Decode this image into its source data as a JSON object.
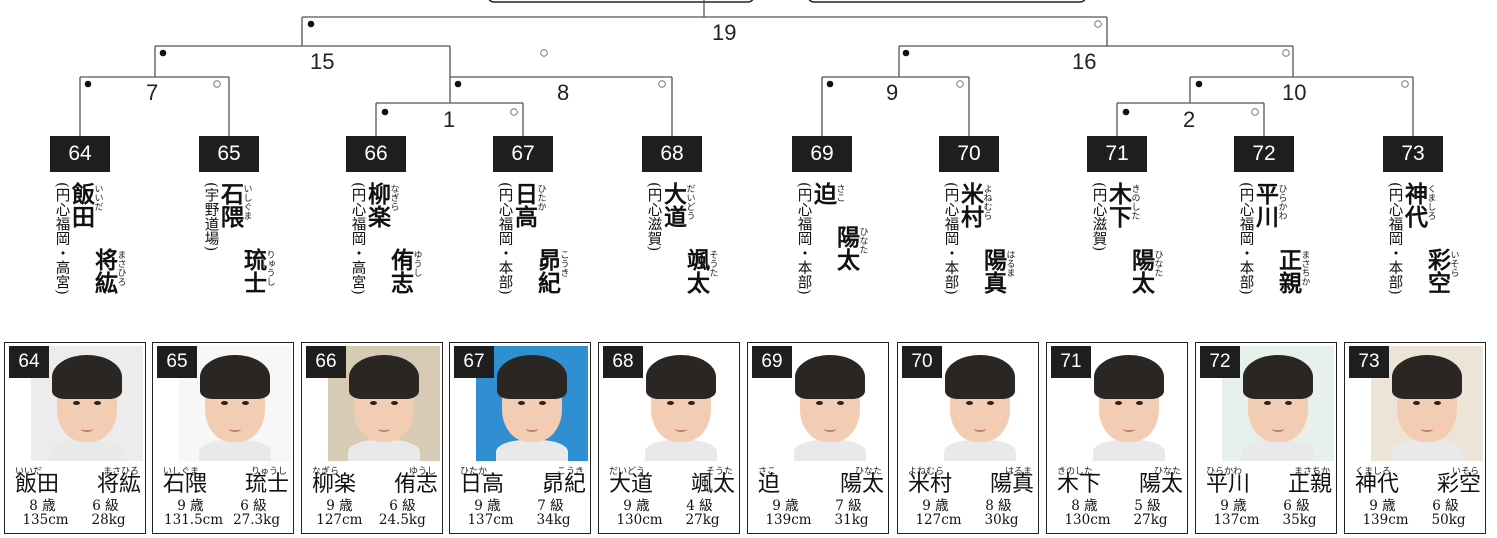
{
  "matches": [
    {
      "label": "19"
    },
    {
      "label": "15"
    },
    {
      "label": "16"
    },
    {
      "label": "7"
    },
    {
      "label": "8"
    },
    {
      "label": "9"
    },
    {
      "label": "10"
    },
    {
      "label": "1"
    },
    {
      "label": "2"
    }
  ],
  "players": [
    {
      "number": "64",
      "dojo": "(円心福岡・高宮)",
      "family": "飯田",
      "family_kana": "いいだ",
      "given": "将紘",
      "given_kana": "まさひろ",
      "age": "8 歳",
      "rank": "6 級",
      "height": "135cm",
      "weight": "28kg",
      "photo_bg": "#ececec"
    },
    {
      "number": "65",
      "dojo": "(宇野道場)",
      "family": "石隈",
      "family_kana": "いしぐま",
      "given": "琉士",
      "given_kana": "りゅうし",
      "age": "9 歳",
      "rank": "6 級",
      "height": "131.5cm",
      "weight": "27.3kg",
      "photo_bg": "#f7f7f7"
    },
    {
      "number": "66",
      "dojo": "(円心福岡・高宮)",
      "family": "柳楽",
      "family_kana": "なぎら",
      "given": "侑志",
      "given_kana": "ゆうし",
      "age": "9 歳",
      "rank": "6 級",
      "height": "127cm",
      "weight": "24.5kg",
      "photo_bg": "#d8cbb6"
    },
    {
      "number": "67",
      "dojo": "(円心福岡・本部)",
      "family": "日高",
      "family_kana": "ひたか",
      "given": "昴紀",
      "given_kana": "こうき",
      "age": "9 歳",
      "rank": "7 級",
      "height": "137cm",
      "weight": "34kg",
      "photo_bg": "#2f8fd0"
    },
    {
      "number": "68",
      "dojo": "(円心滋賀)",
      "family": "大道",
      "family_kana": "だいどう",
      "given": "颯太",
      "given_kana": "そうた",
      "age": "9 歳",
      "rank": "4 級",
      "height": "130cm",
      "weight": "27kg",
      "photo_bg": "#ffffff"
    },
    {
      "number": "69",
      "dojo": "(円心福岡・本部)",
      "family": "迫",
      "family_kana": "さこ",
      "given": "陽太",
      "given_kana": "ひなた",
      "age": "9 歳",
      "rank": "7 級",
      "height": "139cm",
      "weight": "31kg",
      "photo_bg": "#ffffff"
    },
    {
      "number": "70",
      "dojo": "(円心福岡・本部)",
      "family": "米村",
      "family_kana": "よねむら",
      "given": "陽真",
      "given_kana": "はるま",
      "age": "9 歳",
      "rank": "8 級",
      "height": "127cm",
      "weight": "30kg",
      "photo_bg": "#ffffff"
    },
    {
      "number": "71",
      "dojo": "(円心滋賀)",
      "family": "木下",
      "family_kana": "きのした",
      "given": "陽太",
      "given_kana": "ひなた",
      "age": "8 歳",
      "rank": "5 級",
      "height": "130cm",
      "weight": "27kg",
      "photo_bg": "#ffffff"
    },
    {
      "number": "72",
      "dojo": "(円心福岡・本部)",
      "family": "平川",
      "family_kana": "ひらかわ",
      "given": "正親",
      "given_kana": "まさちか",
      "age": "9 歳",
      "rank": "6 級",
      "height": "137cm",
      "weight": "35kg",
      "photo_bg": "#e8f0ec"
    },
    {
      "number": "73",
      "dojo": "(円心福岡・本部)",
      "family": "神代",
      "family_kana": "くましろ",
      "given": "彩空",
      "given_kana": "いそら",
      "age": "9 歳",
      "rank": "6 級",
      "height": "139cm",
      "weight": "50kg",
      "photo_bg": "#ece4d6"
    }
  ]
}
